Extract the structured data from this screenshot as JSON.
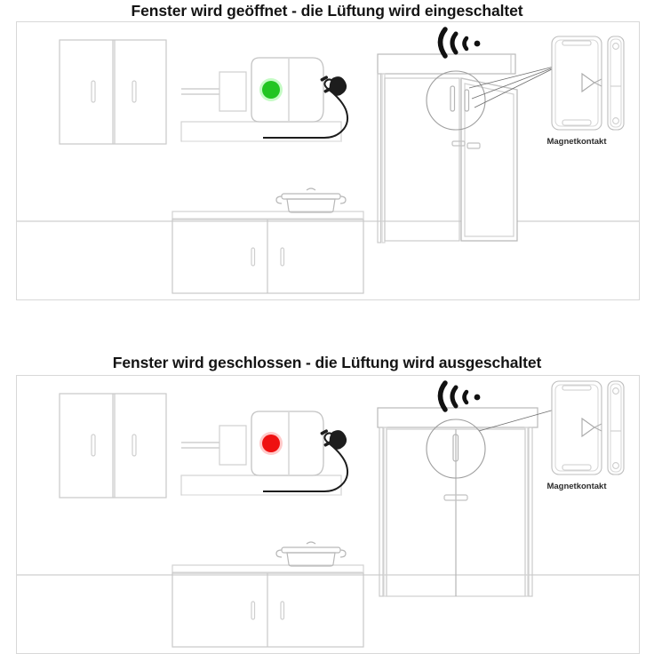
{
  "document": {
    "language": "de",
    "kind": "technical-illustration",
    "subject": "Fensterkontakt steuert Kuechenlueftung"
  },
  "panels": [
    {
      "id": "panel-open",
      "title": "Fenster wird geöffnet - die Lüftung wird eingeschaltet",
      "state": "open",
      "led": {
        "label": "Status-LED",
        "color": "#22c522",
        "glow": "#7ef77e",
        "state": "eingeschaltet"
      },
      "window": {
        "state": "geöffnet",
        "description": "Fensterfluegel steht offen, Magnetkontakt getrennt"
      },
      "sensor": {
        "label": "Magnetkontakt",
        "signal": "funk-aktiv"
      },
      "signal_icon": {
        "name": "radio-wave-icon",
        "arcs": 3,
        "color": "#111111"
      },
      "objects": {
        "wall_cabinet": "Haengeschrank",
        "range_hood": "Dunstabzugshaube",
        "counter": "Arbeitsplatte",
        "base_cabinet": "Unterschrank",
        "pot": "Kochtopf",
        "plug_adapter": "Funk-Zwischenstecker",
        "cable": "Netzkabel mit Schukostecker"
      }
    },
    {
      "id": "panel-closed",
      "title": "Fenster wird geschlossen - die Lüftung wird ausgeschaltet",
      "state": "closed",
      "led": {
        "label": "Status-LED",
        "color": "#ef1111",
        "glow": "#ff8a8a",
        "state": "ausgeschaltet"
      },
      "window": {
        "state": "geschlossen",
        "description": "Fensterfluegel geschlossen, Magnetkontakt geschlossen"
      },
      "sensor": {
        "label": "Magnetkontakt",
        "signal": "funk-aktiv"
      },
      "signal_icon": {
        "name": "radio-wave-icon",
        "arcs": 3,
        "color": "#111111"
      },
      "objects": {
        "wall_cabinet": "Haengeschrank",
        "range_hood": "Dunstabzugshaube",
        "counter": "Arbeitsplatte",
        "base_cabinet": "Unterschrank",
        "pot": "Kochtopf",
        "plug_adapter": "Funk-Zwischenstecker",
        "cable": "Netzkabel mit Schukostecker"
      }
    }
  ],
  "colors": {
    "line": "#c9c9c9",
    "line_dark": "#9a9a9a",
    "frame": "#d8d8d8",
    "text": "#141414",
    "cable": "#1a1a1a",
    "led_on": "#22c522",
    "led_off": "#ef1111"
  }
}
